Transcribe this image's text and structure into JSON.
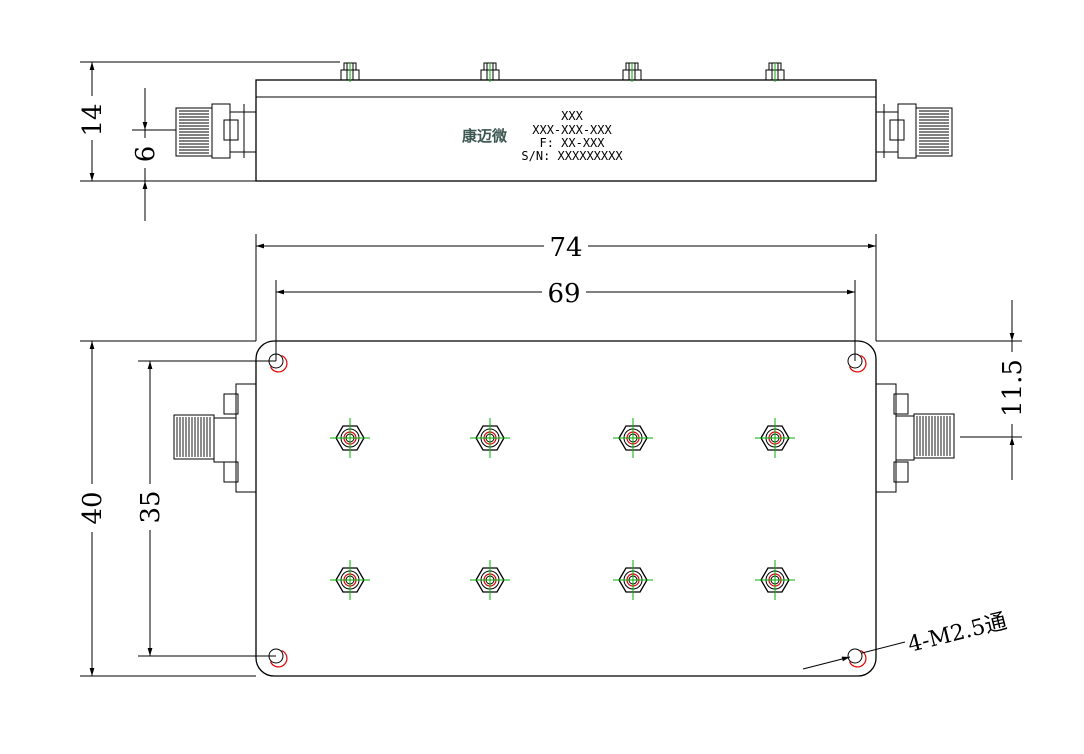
{
  "colors": {
    "line": "#000000",
    "hole_marker": "#e00000",
    "center_mark": "#00b000",
    "logo": "#3d5752"
  },
  "dimensions": {
    "side_height": "14",
    "connector_height": "6",
    "overall_length": "74",
    "hole_spacing_x": "69",
    "overall_width": "40",
    "hole_spacing_y": "35",
    "connector_offset": "11.5",
    "mount_holes": "4-M2.5通"
  },
  "label": {
    "logo": "康迈微",
    "line1": "XXX",
    "line2": "XXX-XXX-XXX",
    "line3": "F: XX-XXX",
    "line4": "S/N: XXXXXXXXX"
  }
}
